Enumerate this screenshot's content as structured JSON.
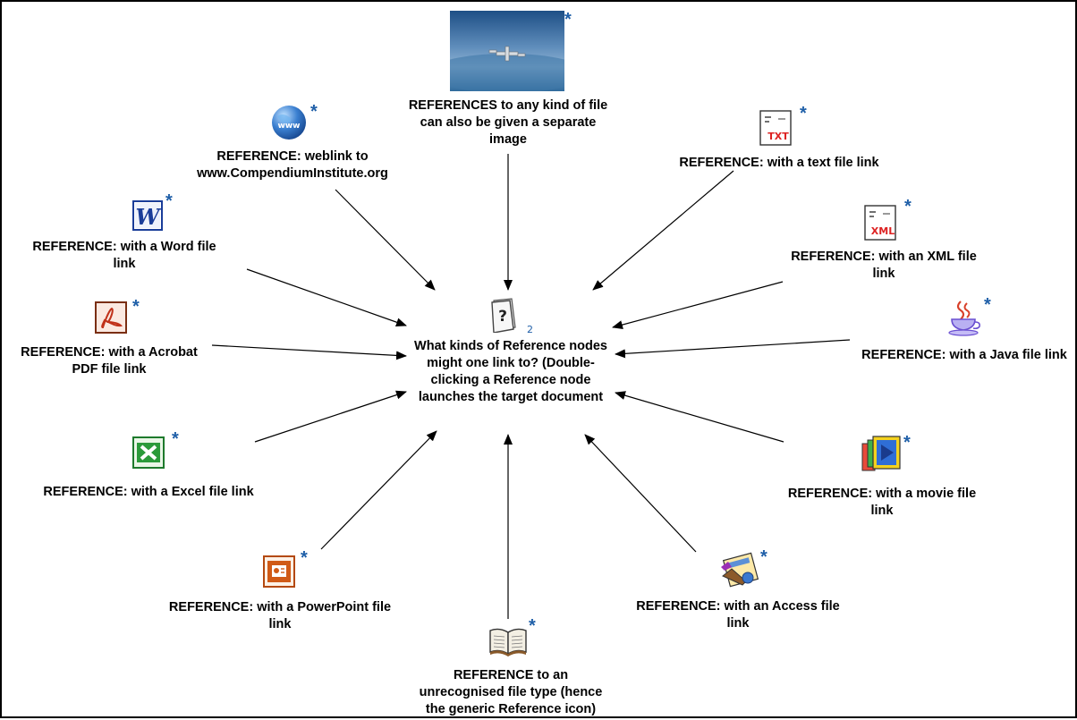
{
  "central": {
    "label": "What kinds of Reference nodes might one link to? (Double-clicking a Reference node launches the target document",
    "icon": "question-document-icon",
    "count": "2"
  },
  "nodes": {
    "image_node": {
      "label": "REFERENCES to any kind of file can also be given a separate image",
      "icon": "earth-satellite-image",
      "star": "*"
    },
    "weblink": {
      "label": "REFERENCE: weblink to www.CompendiumInstitute.org",
      "icon": "globe-www-icon",
      "star": "*"
    },
    "text_file": {
      "label": "REFERENCE: with a text file link",
      "icon": "txt-file-icon",
      "star": "*"
    },
    "word": {
      "label": "REFERENCE: with a Word file link",
      "icon": "word-icon",
      "star": "*"
    },
    "xml": {
      "label": "REFERENCE: with an XML file link",
      "icon": "xml-file-icon",
      "star": "*"
    },
    "pdf": {
      "label": "REFERENCE: with a Acrobat PDF file link",
      "icon": "acrobat-pdf-icon",
      "star": "*"
    },
    "java": {
      "label": "REFERENCE: with a Java file link",
      "icon": "java-cup-icon",
      "star": "*"
    },
    "excel": {
      "label": "REFERENCE: with a Excel file link",
      "icon": "excel-icon",
      "star": "*"
    },
    "movie": {
      "label": "REFERENCE: with a movie file link",
      "icon": "movie-file-icon",
      "star": "*"
    },
    "powerpoint": {
      "label": "REFERENCE: with a PowerPoint file link",
      "icon": "powerpoint-icon",
      "star": "*"
    },
    "access": {
      "label": "REFERENCE: with an Access file link",
      "icon": "access-icon",
      "star": "*"
    },
    "generic": {
      "label": "REFERENCE to an unrecognised file type (hence the generic Reference icon)",
      "icon": "open-book-icon",
      "star": "*"
    }
  },
  "colors": {
    "star": "#1f5fa8",
    "border": "#000000",
    "arrow": "#000000"
  }
}
